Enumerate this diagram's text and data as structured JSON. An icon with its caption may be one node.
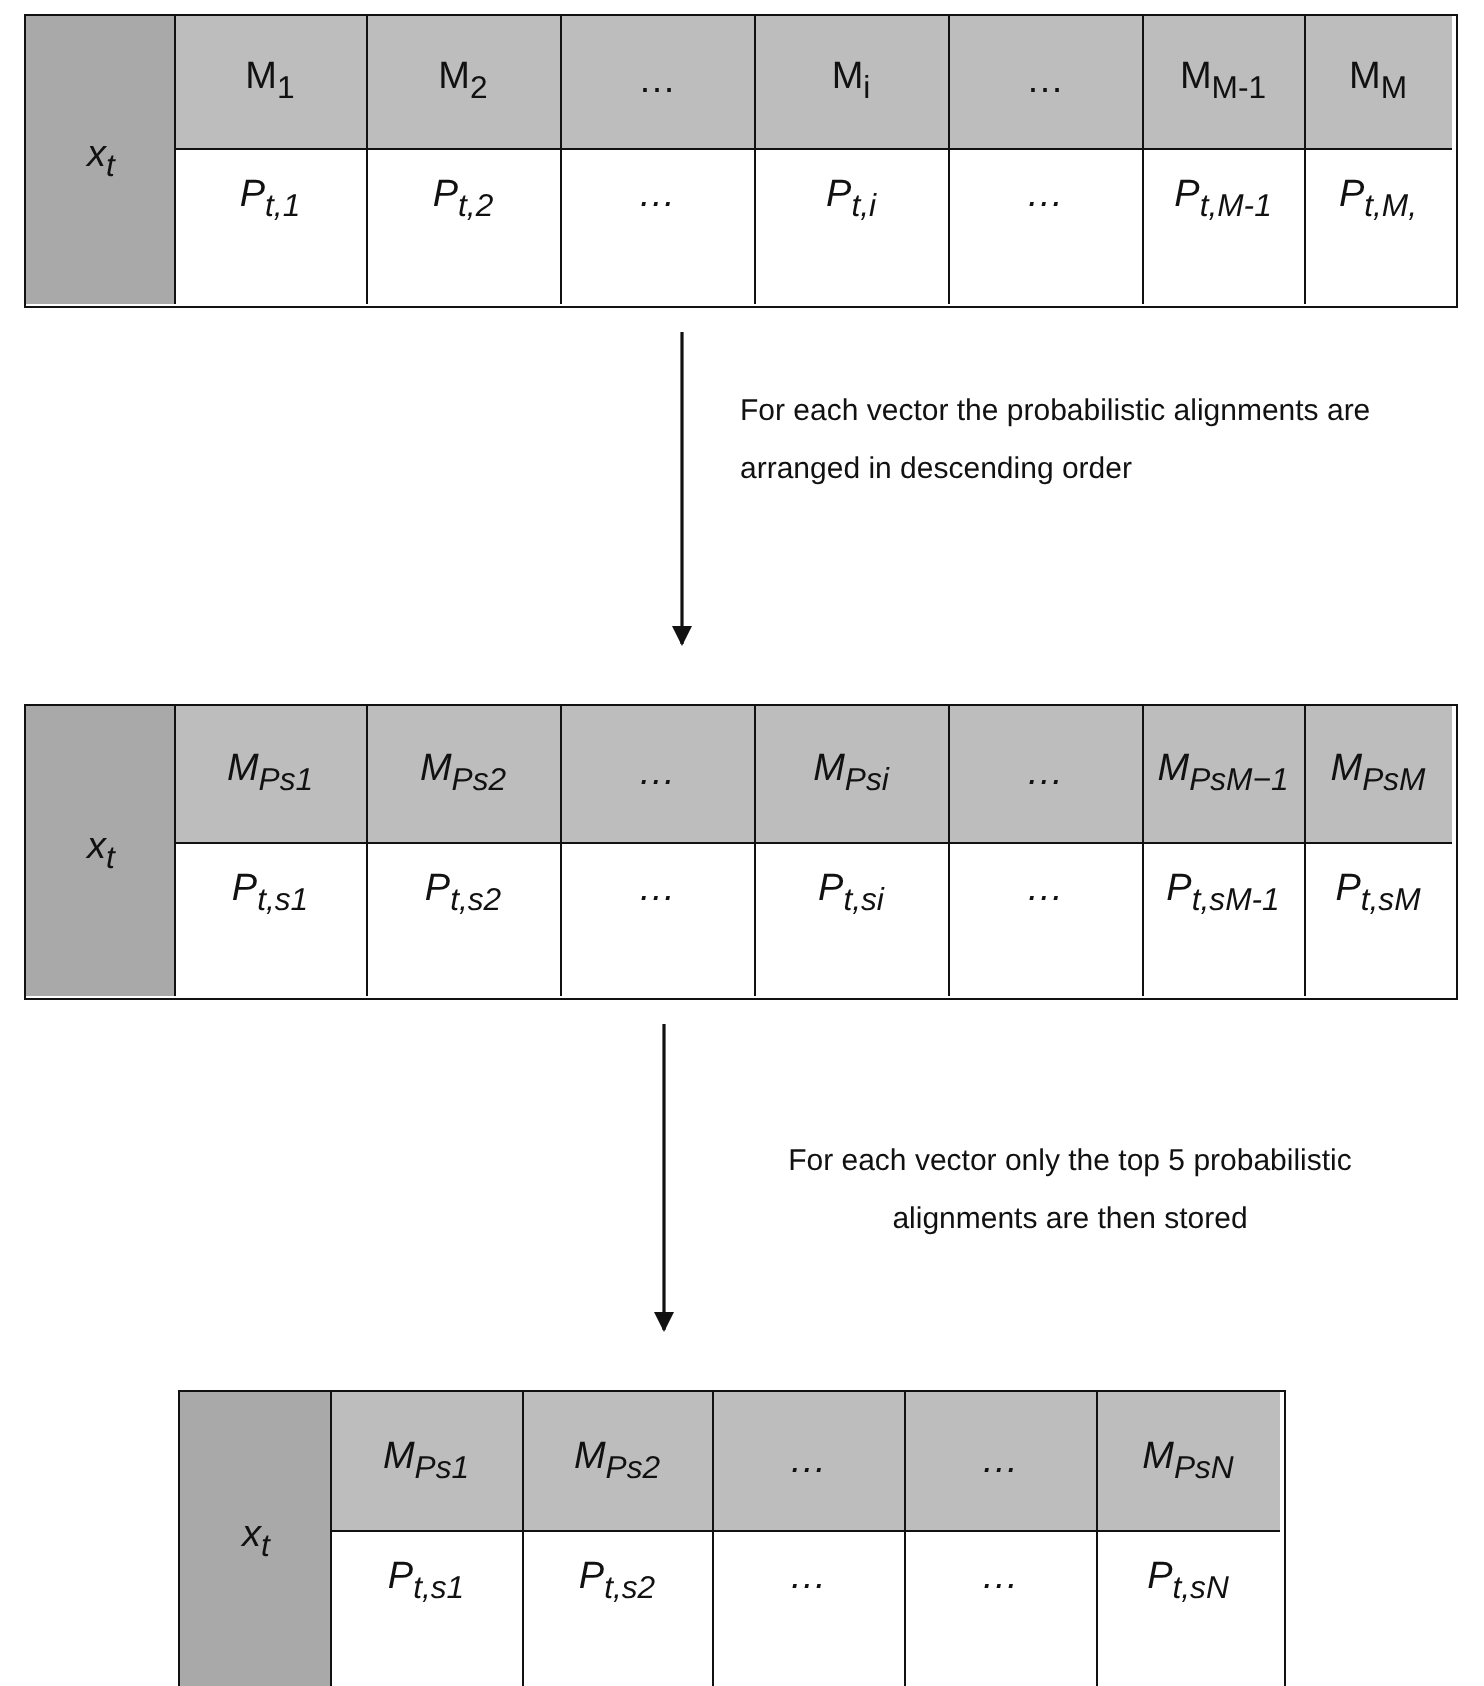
{
  "diagram": {
    "nodes": [
      {
        "text": [
          "x$_{t}$",
          "M$_{1}$",
          "M$_{2}$",
          "…",
          "M$_{i}$",
          "…",
          "M$_{M-1}$",
          "M$_{M}$",
          "P$_{t,1}$",
          "P$_{t,2}$",
          "…",
          "P$_{t,i}$",
          "…",
          "P$_{t,M-1}$",
          "P$_{t,M,}$"
        ]
      },
      {
        "text": [
          "x$_{t}$",
          "M$_{Ps1}$",
          "M$_{Ps2}$",
          "…",
          "M$_{Psi}$",
          "…",
          "M$_{PsM−1}$",
          "M$_{PsM}$",
          "P$_{t,s1}$",
          "P$_{t,s2}$",
          "…",
          "P$_{t,si}$",
          "…",
          "P$_{t,sM-1}$",
          "P$_{t,sM}$"
        ]
      },
      {
        "text": [
          "x$_{t}$",
          "M$_{Ps1}$",
          "M$_{Ps2}$",
          "…",
          "…",
          "M$_{PsN}$",
          "P$_{t,s1}$",
          "P$_{t,s2}$",
          "…",
          "…",
          "P$_{t,sN}$"
        ]
      }
    ],
    "edges": [
      {
        "from": 0,
        "to": 1,
        "arrow": "to",
        "label": "For each vector the probabilistic alignments are arranged in descending order"
      },
      {
        "from": 1,
        "to": 2,
        "arrow": "to",
        "label": "For each vector only the top 5 probabilistic alignments are then stored"
      }
    ]
  }
}
